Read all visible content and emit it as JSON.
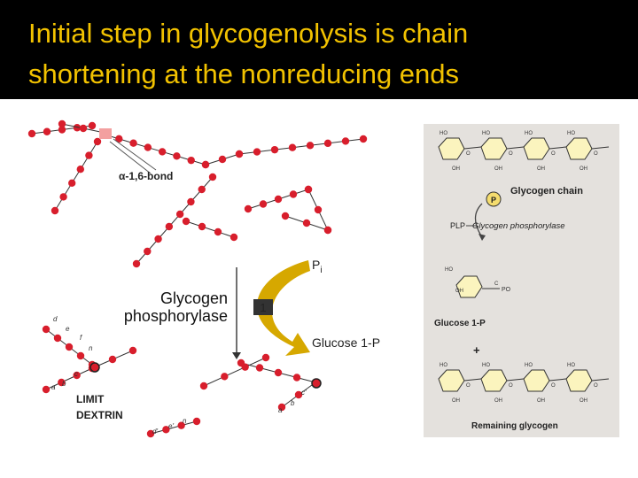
{
  "title": {
    "line1": "Initial step in glycogenolysis is chain",
    "line2": "shortening at the nonreducing ends"
  },
  "colors": {
    "title_bg": "#000000",
    "title_text": "#f2c200",
    "bead": "#d81e2c",
    "arrow_gold": "#d6a800",
    "panel_bg": "#e4e1dd",
    "ring_fill": "#fbf4be"
  },
  "left": {
    "bond_label": "α-1,6-bond",
    "pi_label": "P",
    "pi_sub": "i",
    "enzyme_line1": "Glycogen",
    "enzyme_line2": "phosphorylase",
    "step_number": "1",
    "product_label": "Glucose 1-P",
    "limit_label": "LIMIT",
    "dextrin_label": "DEXTRIN",
    "bead_letters_left": [
      "d",
      "e",
      "f",
      "n",
      "c",
      "a",
      "b"
    ],
    "bead_letters_right": [
      "d'",
      "e'",
      "n",
      "a",
      "b",
      "c'"
    ]
  },
  "panel": {
    "glycogen_chain": "Glycogen chain",
    "p_circle": "P",
    "plp": "PLP",
    "enzyme": "Glycogen phosphorylase",
    "glucose1p": "Glucose 1-P",
    "plus": "+",
    "remaining": "Remaining glycogen",
    "ho": "HO",
    "oh": "OH",
    "o": "O",
    "po3": "PO",
    "c": "C"
  }
}
